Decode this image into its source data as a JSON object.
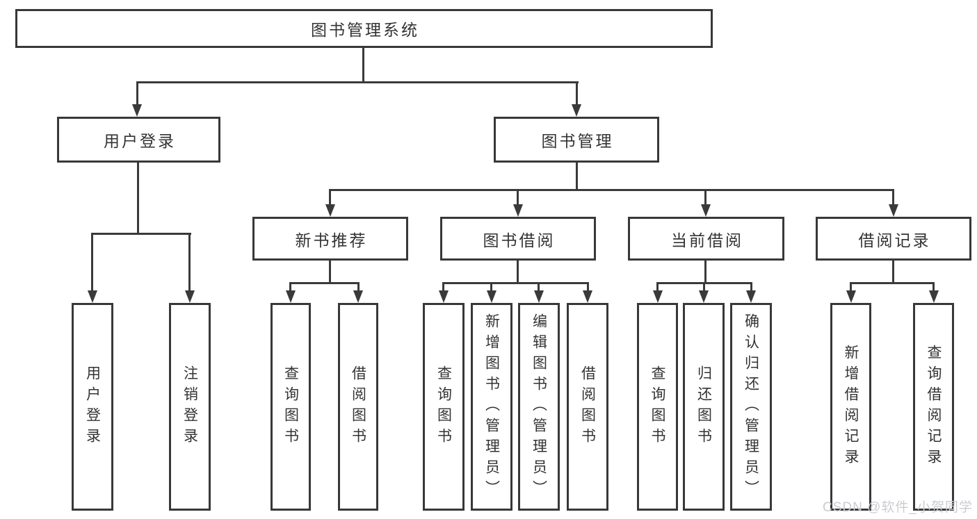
{
  "diagram": {
    "title": "图书管理系统",
    "level2": {
      "user_login": "用户登录",
      "book_mgmt": "图书管理"
    },
    "level3": {
      "new_book_rec": "新书推荐",
      "book_borrow": "图书借阅",
      "current_borrow": "当前借阅",
      "borrow_record": "借阅记录"
    },
    "leaves": {
      "user_login": "用户登录",
      "logout": "注销登录",
      "nbr_query_book": "查询图书",
      "nbr_borrow_book": "借阅图书",
      "bb_query_book": "查询图书",
      "bb_add_book": "新增图书（管理员）",
      "bb_edit_book": "编辑图书（管理员）",
      "bb_borrow_book": "借阅图书",
      "cb_query_book": "查询图书",
      "cb_return_book": "归还图书",
      "cb_confirm_return": "确认归还（管理员）",
      "br_add_record": "新增借阅记录",
      "br_query_record": "查询借阅记录"
    }
  },
  "watermark": "CSDN @软件_小贺同学",
  "colors": {
    "line": "#3a3a3a",
    "border": "#383838",
    "text": "#333333",
    "watermark": "#caccd0",
    "background": "#ffffff"
  }
}
